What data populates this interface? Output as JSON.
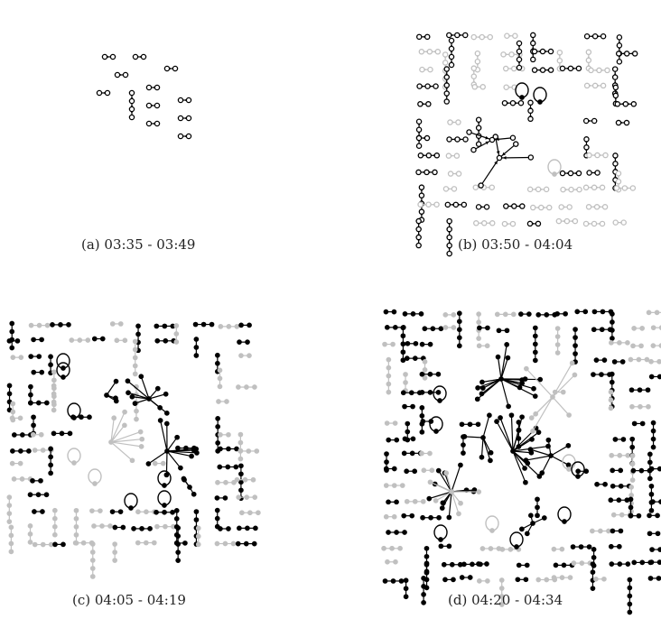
{
  "figure": {
    "panels": [
      {
        "id": "a",
        "caption": "(a) 03:35 - 03:49"
      },
      {
        "id": "b",
        "caption": "(b) 03:50 - 04:04"
      },
      {
        "id": "c",
        "caption": "(c) 04:05 - 04:19"
      },
      {
        "id": "d",
        "caption": "(d) 04:20 - 04:34"
      }
    ],
    "colors": {
      "active": "#000000",
      "inactive": "#c0c0c0"
    }
  }
}
